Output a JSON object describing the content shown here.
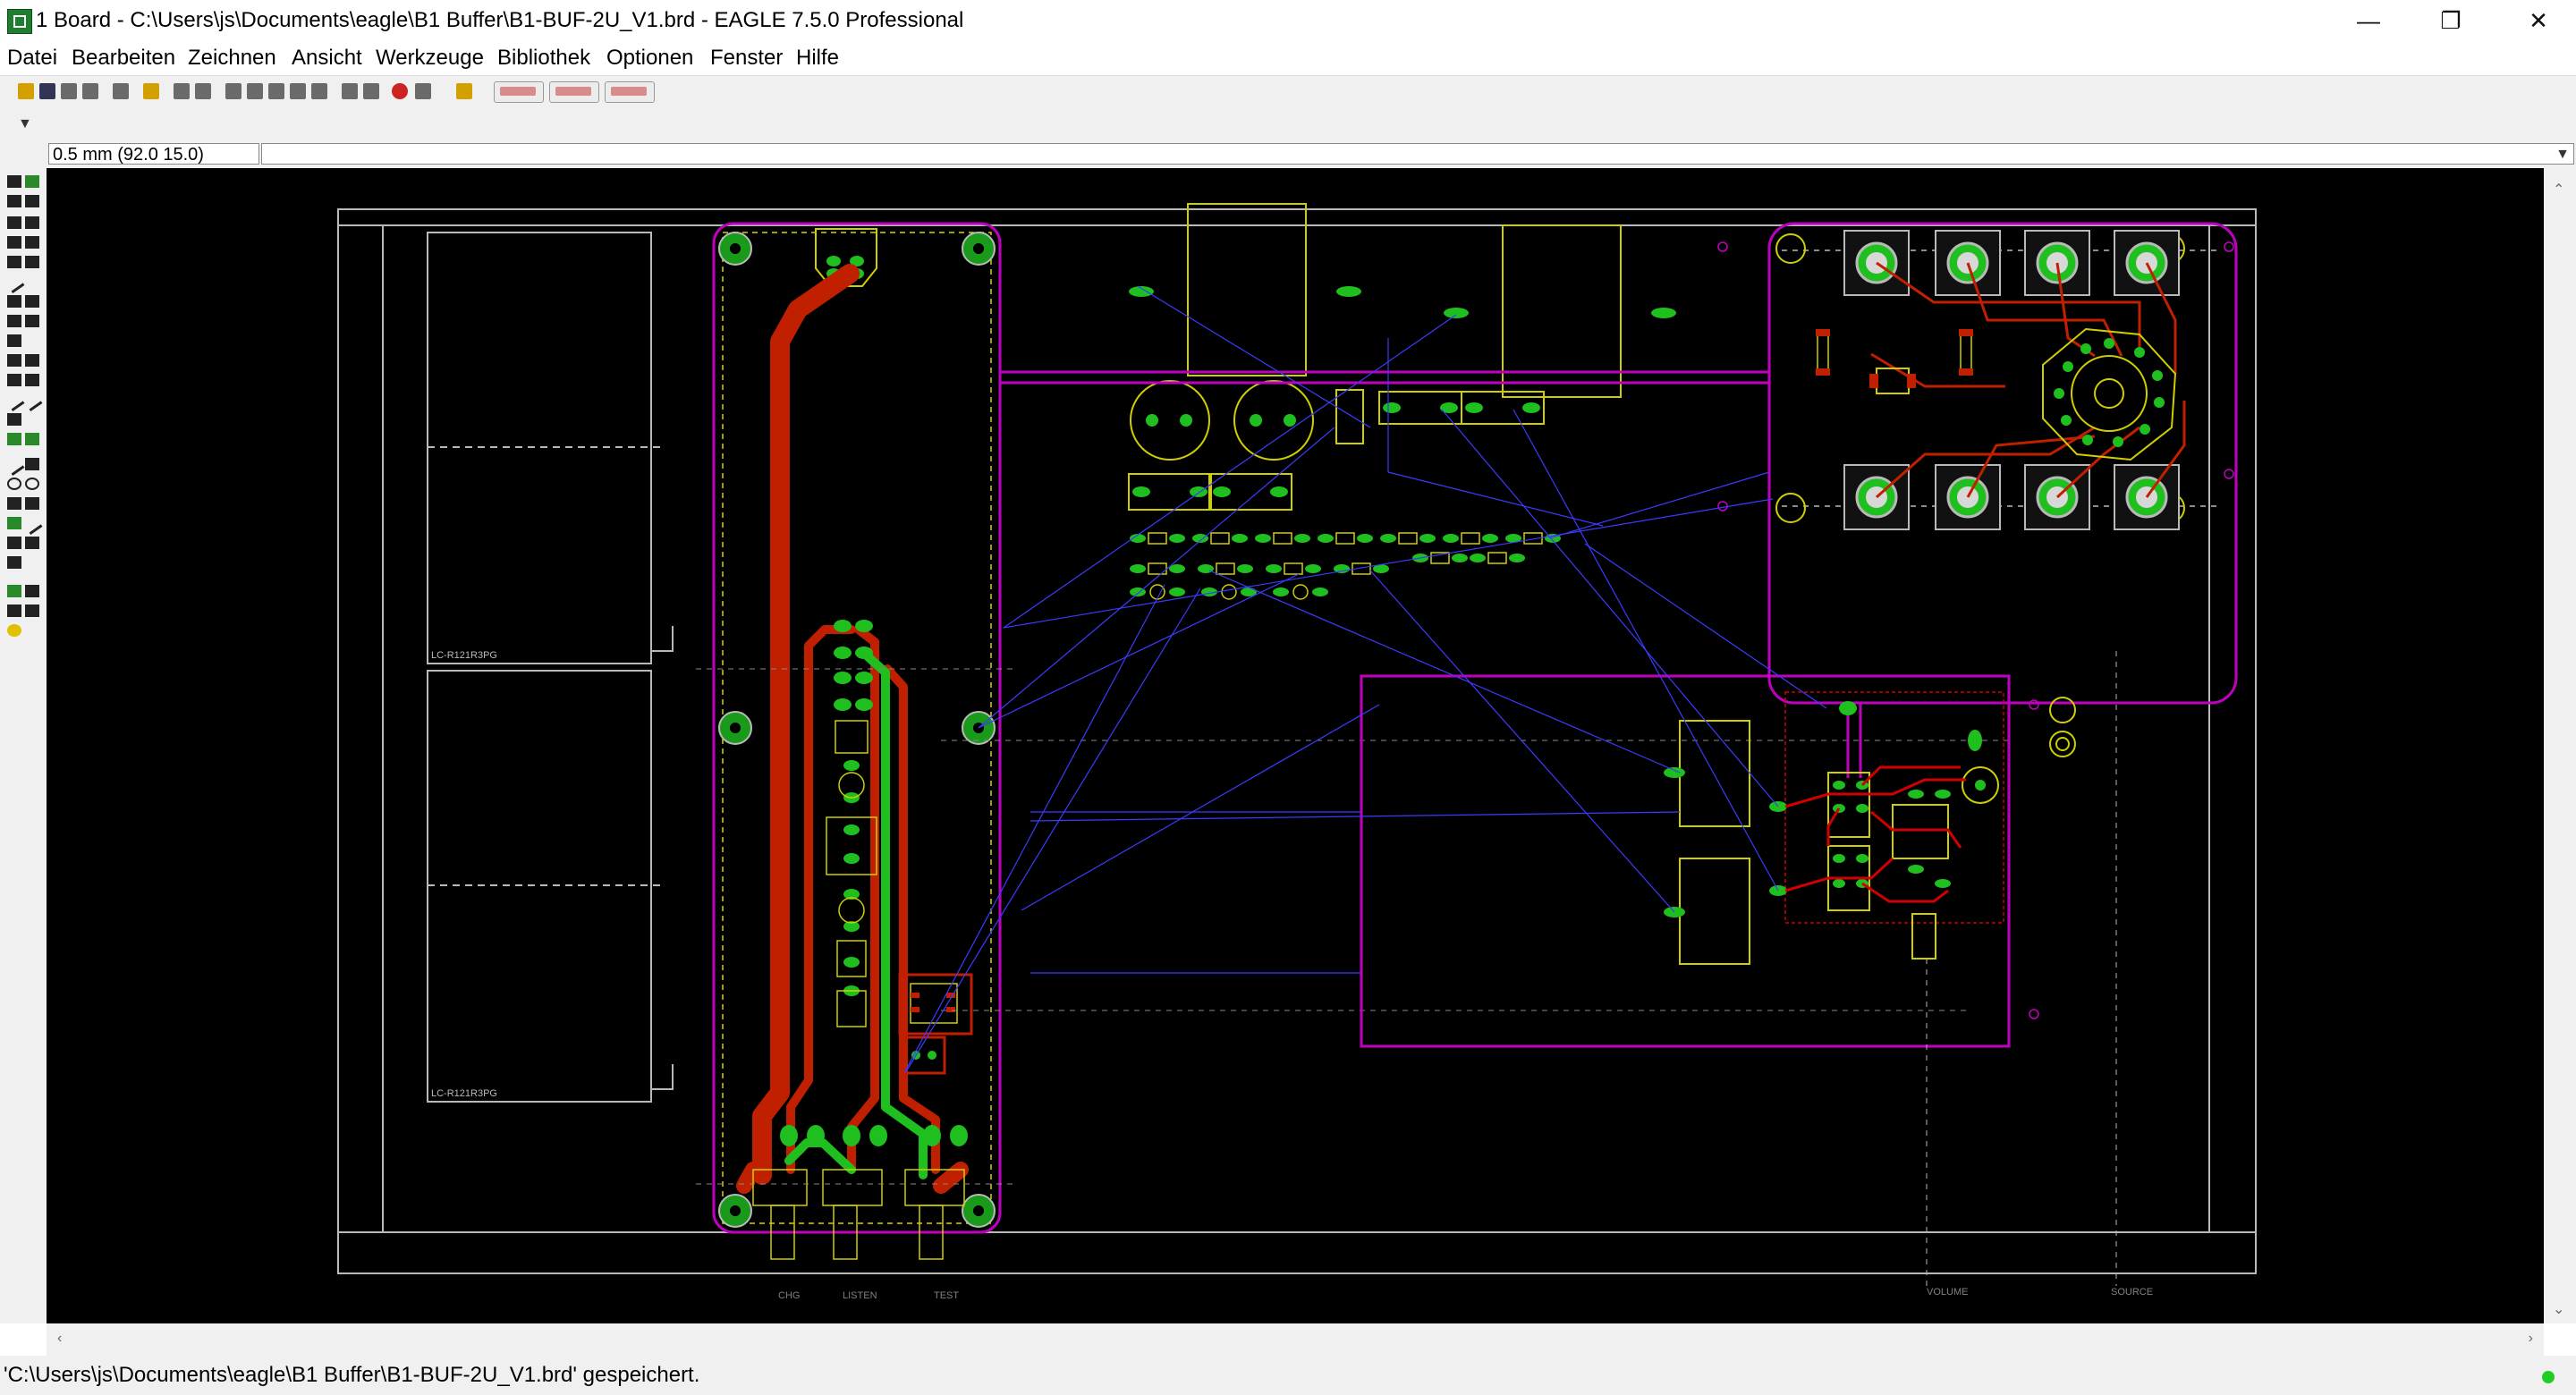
{
  "window": {
    "title": "1 Board - C:\\Users\\js\\Documents\\eagle\\B1 Buffer\\B1-BUF-2U_V1.brd - EAGLE 7.5.0 Professional",
    "controls": {
      "minimize": "—",
      "restore": "❐",
      "close": "✕"
    }
  },
  "menu": {
    "items": [
      "Datei",
      "Bearbeiten",
      "Zeichnen",
      "Ansicht",
      "Werkzeuge",
      "Bibliothek",
      "Optionen",
      "Fenster",
      "Hilfe"
    ]
  },
  "command_line": {
    "coordinate": "0.5 mm (92.0 15.0)",
    "value": ""
  },
  "board": {
    "labels": {
      "battery_1": "LC-R121R3PG",
      "battery_2": "LC-R121R3PG",
      "chg": "CHG",
      "listen": "LISTEN",
      "test": "TEST",
      "volume": "VOLUME",
      "source": "SOURCE"
    }
  },
  "colors": {
    "canvas_bg": "#000000",
    "dimension": "#b9b9b9",
    "top_copper": "#d10000",
    "bottom_copper": "#00c000",
    "silkscreen": "#cfcf00",
    "outline": "#c000c0",
    "airwire": "#3b3bff"
  },
  "status": {
    "message": "'C:\\Users\\js\\Documents\\eagle\\B1 Buffer\\B1-BUF-2U_V1.brd' gespeichert."
  }
}
